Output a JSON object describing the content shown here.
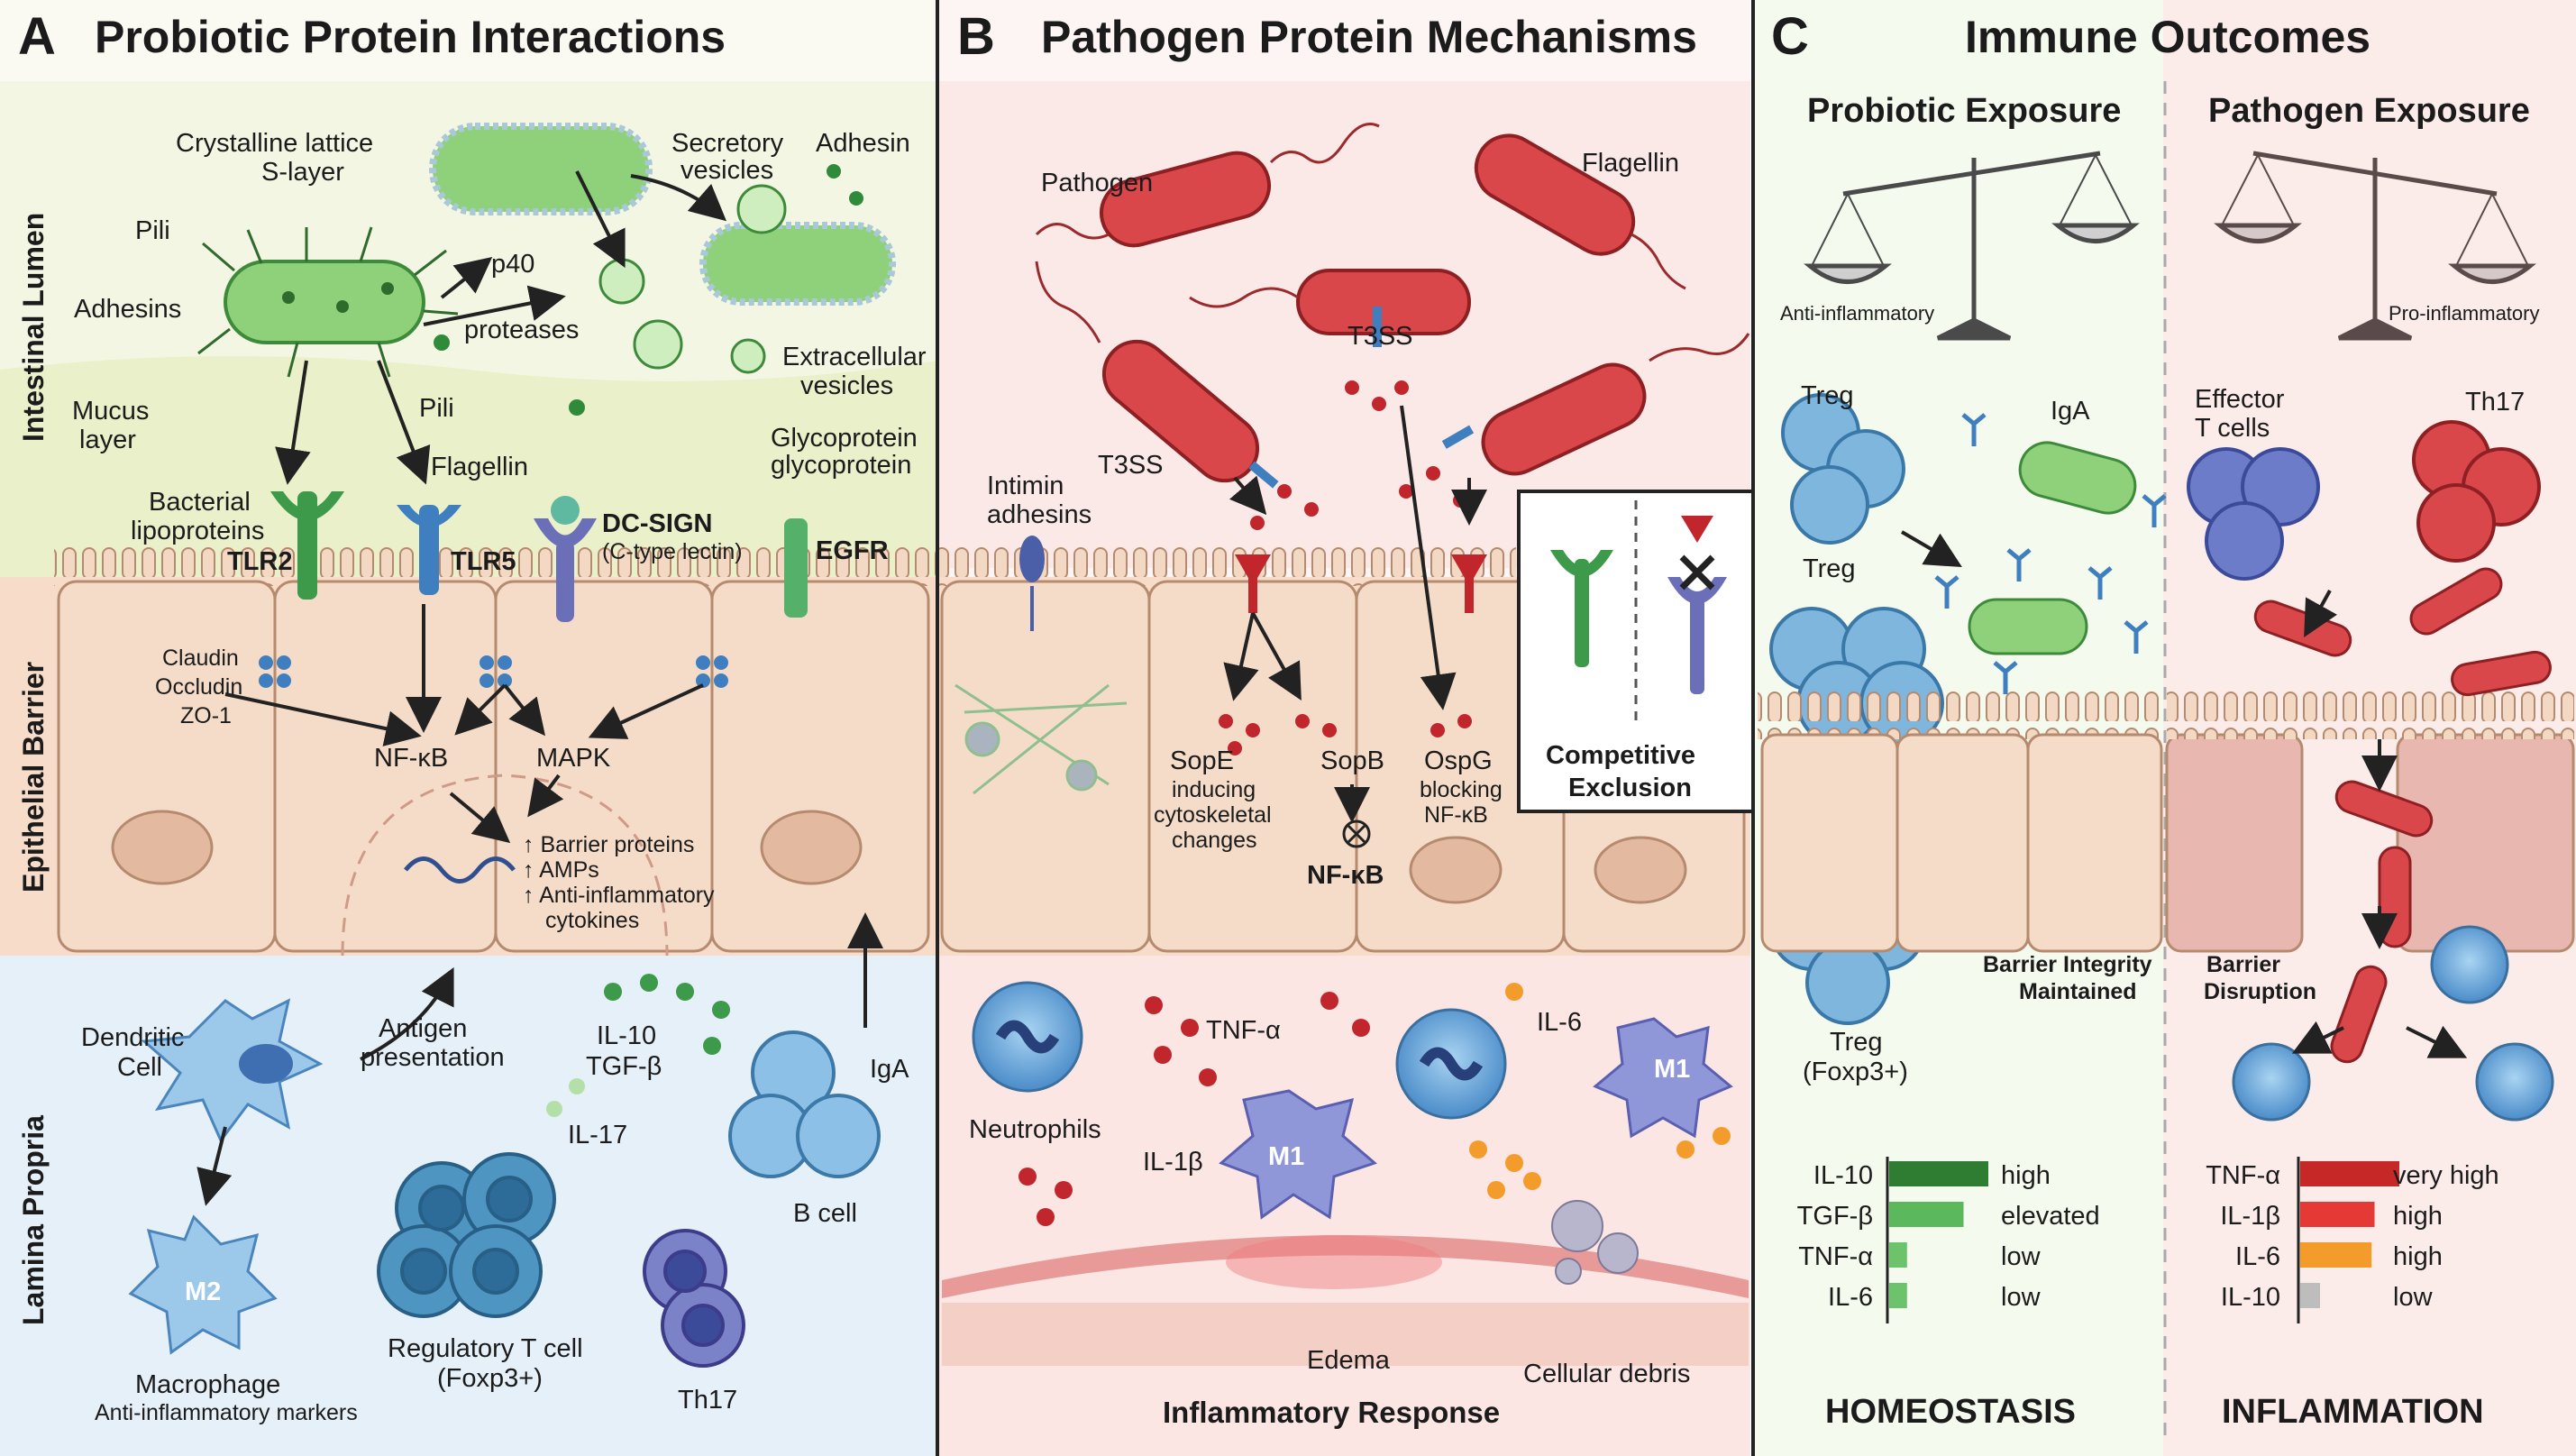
{
  "panels": {
    "a": {
      "letter": "A",
      "title": "Probiotic Protein Interactions"
    },
    "b": {
      "letter": "B",
      "title": "Pathogen Protein Mechanisms"
    },
    "c": {
      "letter": "C",
      "title": "Immune Outcomes"
    }
  },
  "side_labels": {
    "lumen": "Intestinal Lumen",
    "barrier": "Epithelial Barrier",
    "propria": "Lamina Propria"
  },
  "panel_a": {
    "crystalline": "Crystalline lattice",
    "slayer": "S-layer",
    "secretory1": "Secretory",
    "secretory2": "vesicles",
    "adhesin": "Adhesin",
    "pili_top": "Pili",
    "adhesins": "Adhesins",
    "p40": "p40",
    "proteases": "proteases",
    "pili_bottom": "Pili",
    "extracellular1": "Extracellular",
    "extracellular2": "vesicles",
    "mucus1": "Mucus",
    "mucus2": "layer",
    "glycoprotein1": "Glycoprotein",
    "glycoprotein2": "glycoprotein",
    "bact_lipo1": "Bacterial",
    "bact_lipo2": "lipoproteins",
    "flagellin": "Flagellin",
    "tlr2": "TLR2",
    "tlr5": "TLR5",
    "dcsign": "DC-SIGN",
    "ctype": "(C-type lectin)",
    "egfr": "EGFR",
    "claudin": "Claudin",
    "occludin": "Occludin",
    "zo1": "ZO-1",
    "nfkb": "NF-κB",
    "mapk": "MAPK",
    "out1": "↑ Barrier proteins",
    "out2": "↑ AMPs",
    "out3": "↑ Anti-inflammatory",
    "out4": "cytokines",
    "dendritic1": "Dendritic",
    "dendritic2": "Cell",
    "antigen1": "Antigen",
    "antigen2": "presentation",
    "il10": "IL-10",
    "tgfb": "TGF-β",
    "il17": "IL-17",
    "iga": "IgA",
    "bcell": "B cell",
    "m2": "M2",
    "macrophage": "Macrophage",
    "anti_markers": "Anti-inflammatory markers",
    "treg1": "Regulatory T cell",
    "treg2": "(Foxp3+)",
    "th17": "Th17"
  },
  "panel_b": {
    "pathogen": "Pathogen",
    "flagellin": "Flagellin",
    "t3ss_top": "T3SS",
    "t3ss_left": "T3SS",
    "intimin1": "Intimin",
    "intimin2": "adhesins",
    "sope": "SopE",
    "sope2": "inducing",
    "sope3": "cytoskeletal",
    "sope4": "changes",
    "sopb": "SopB",
    "nfkb": "NF-κB",
    "ospg": "OspG",
    "ospg2": "blocking",
    "ospg3": "NF-κB",
    "comp1": "Competitive",
    "comp2": "Exclusion",
    "neutrophils": "Neutrophils",
    "tnfa": "TNF-α",
    "il1b": "IL-1β",
    "m1a": "M1",
    "m1b": "M1",
    "il6": "IL-6",
    "edema": "Edema",
    "debris": "Cellular debris",
    "response": "Inflammatory Response"
  },
  "panel_c": {
    "probiotic": "Probiotic Exposure",
    "pathogen": "Pathogen Exposure",
    "anti_inf": "Anti-inflammatory",
    "pro_inf": "Pro-inflammatory",
    "treg_a": "Treg",
    "iga": "IgA",
    "treg_b": "Treg",
    "effector1": "Effector",
    "effector2": "T cells",
    "th17": "Th17",
    "integrity1": "Barrier Integrity",
    "integrity2": "Maintained",
    "disruption1": "Barrier",
    "disruption2": "Disruption",
    "treg_c": "Treg",
    "treg_c2": "(Foxp3+)",
    "homeostasis": "HOMEOSTASIS",
    "inflammation": "INFLAMMATION"
  },
  "chart_data": [
    {
      "type": "bar",
      "categories": [
        "IL-10",
        "TGF-β",
        "TNF-α",
        "IL-6"
      ],
      "values": [
        1.0,
        0.75,
        0.18,
        0.18
      ],
      "value_labels": [
        "high",
        "elevated",
        "low",
        "low"
      ],
      "colors": [
        "#2e7d32",
        "#5cb85c",
        "#6cc36c",
        "#6cc36c"
      ]
    },
    {
      "type": "bar",
      "categories": [
        "TNF-α",
        "IL-1β",
        "IL-6",
        "IL-10"
      ],
      "values": [
        1.0,
        0.75,
        0.72,
        0.2
      ],
      "value_labels": [
        "very high",
        "high",
        "high",
        "low"
      ],
      "colors": [
        "#c62828",
        "#e53935",
        "#f39c2b",
        "#bdbdbd"
      ]
    }
  ],
  "colors": {
    "probiotic": "#7cc466",
    "pathogen": "#d9474a",
    "receptor": "#3f7fbf",
    "epithelium": "#f2d7c4"
  }
}
